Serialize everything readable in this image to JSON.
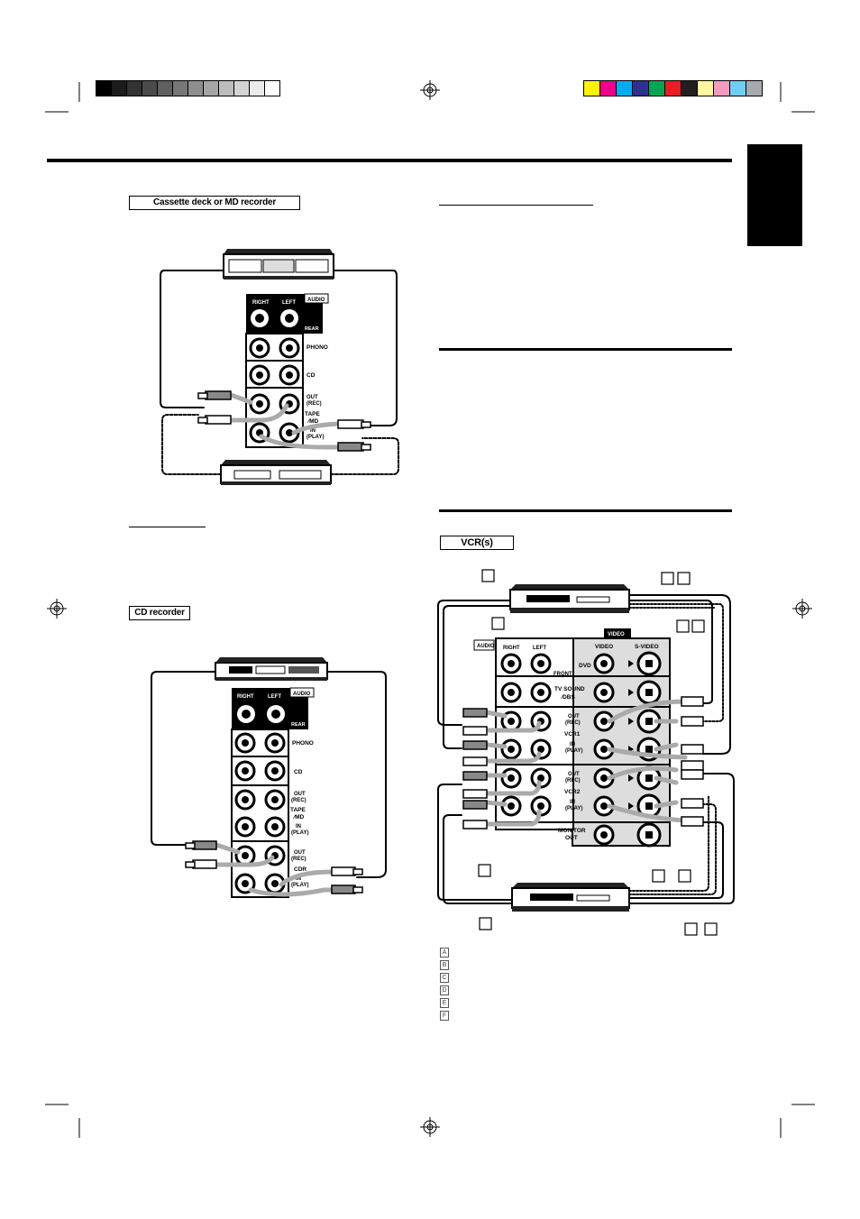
{
  "color_bar": {
    "gray_swatches": [
      "#000000",
      "#1c1c1c",
      "#333333",
      "#4a4a4a",
      "#606060",
      "#777777",
      "#8e8e8e",
      "#a5a5a5",
      "#bcbcbc",
      "#d3d3d3",
      "#eaeaea",
      "#ffffff"
    ],
    "color_swatches": [
      "#fff200",
      "#ec008c",
      "#00aeef",
      "#2e3192",
      "#00a651",
      "#ed1c24",
      "#231f20",
      "#fff799",
      "#f49ac1",
      "#6dcff6",
      "#a7a9ac"
    ]
  },
  "sections": {
    "cassette_label": "Cassette deck or MD recorder",
    "cd_recorder_label": "CD recorder",
    "vcr_label": "VCR(s)"
  },
  "panel": {
    "right": "RIGHT",
    "left": "LEFT",
    "audio": "AUDIO",
    "rear": "REAR",
    "phono": "PHONO",
    "cd": "CD",
    "out": "OUT",
    "rec": "(REC)",
    "tape": "TAPE",
    "md": "∕MD",
    "in": "IN",
    "play": "(PLAY)",
    "cdr": "CDR",
    "video": "VIDEO",
    "s_video": "S-VIDEO",
    "dvd": "DVD",
    "front": "FRONT",
    "tv_sound": "TV SOUND",
    "dbs": "∕DBS",
    "vcr1": "VCR1",
    "vcr2": "VCR2",
    "monitor": "MONITOR",
    "monitor_out": "OUT"
  },
  "legend": [
    "A",
    "B",
    "C",
    "D",
    "E",
    "F"
  ]
}
